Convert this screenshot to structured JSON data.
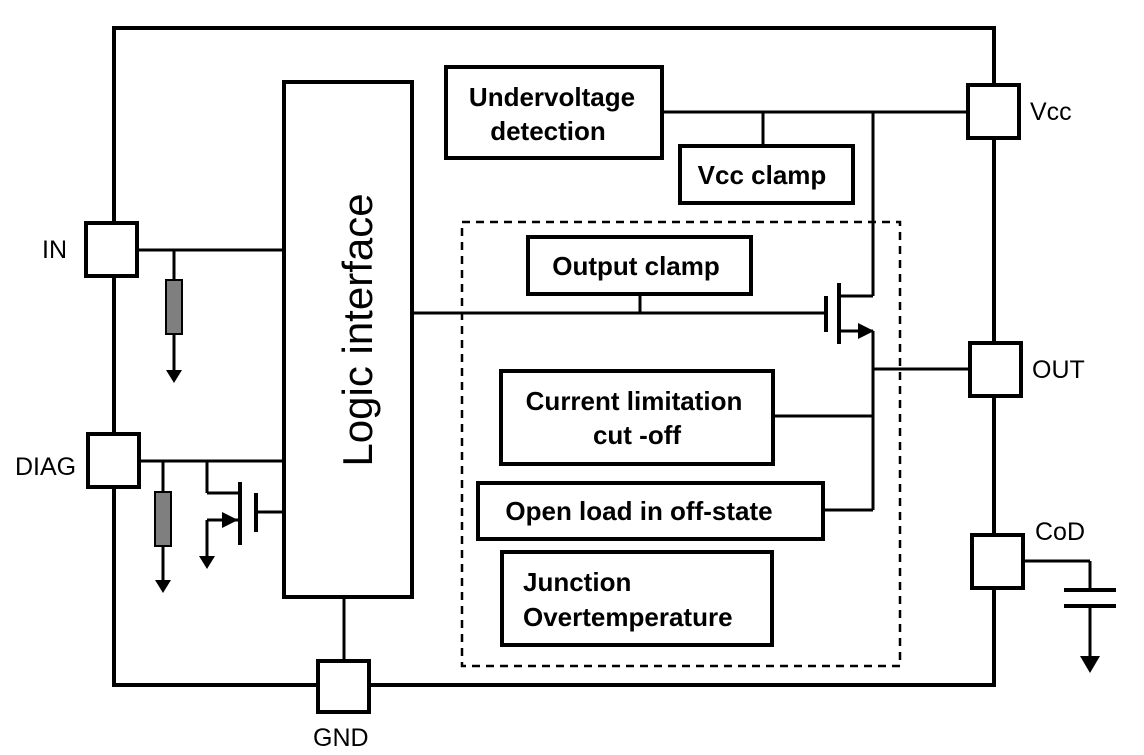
{
  "blocks": {
    "logic_interface": "Logic interface",
    "undervoltage_line1": "Undervoltage",
    "undervoltage_line2": "detection",
    "vcc_clamp": "Vcc clamp",
    "output_clamp": "Output clamp",
    "current_limitation_line1": "Current limitation",
    "current_limitation_line2": "cut -off",
    "open_load": "Open load in off-state",
    "junction_line1": "Junction",
    "junction_line2": "Overtemperature"
  },
  "pins": {
    "in": "IN",
    "diag": "DIAG",
    "gnd": "GND",
    "vcc": "Vcc",
    "out": "OUT",
    "cod": "CoD"
  }
}
